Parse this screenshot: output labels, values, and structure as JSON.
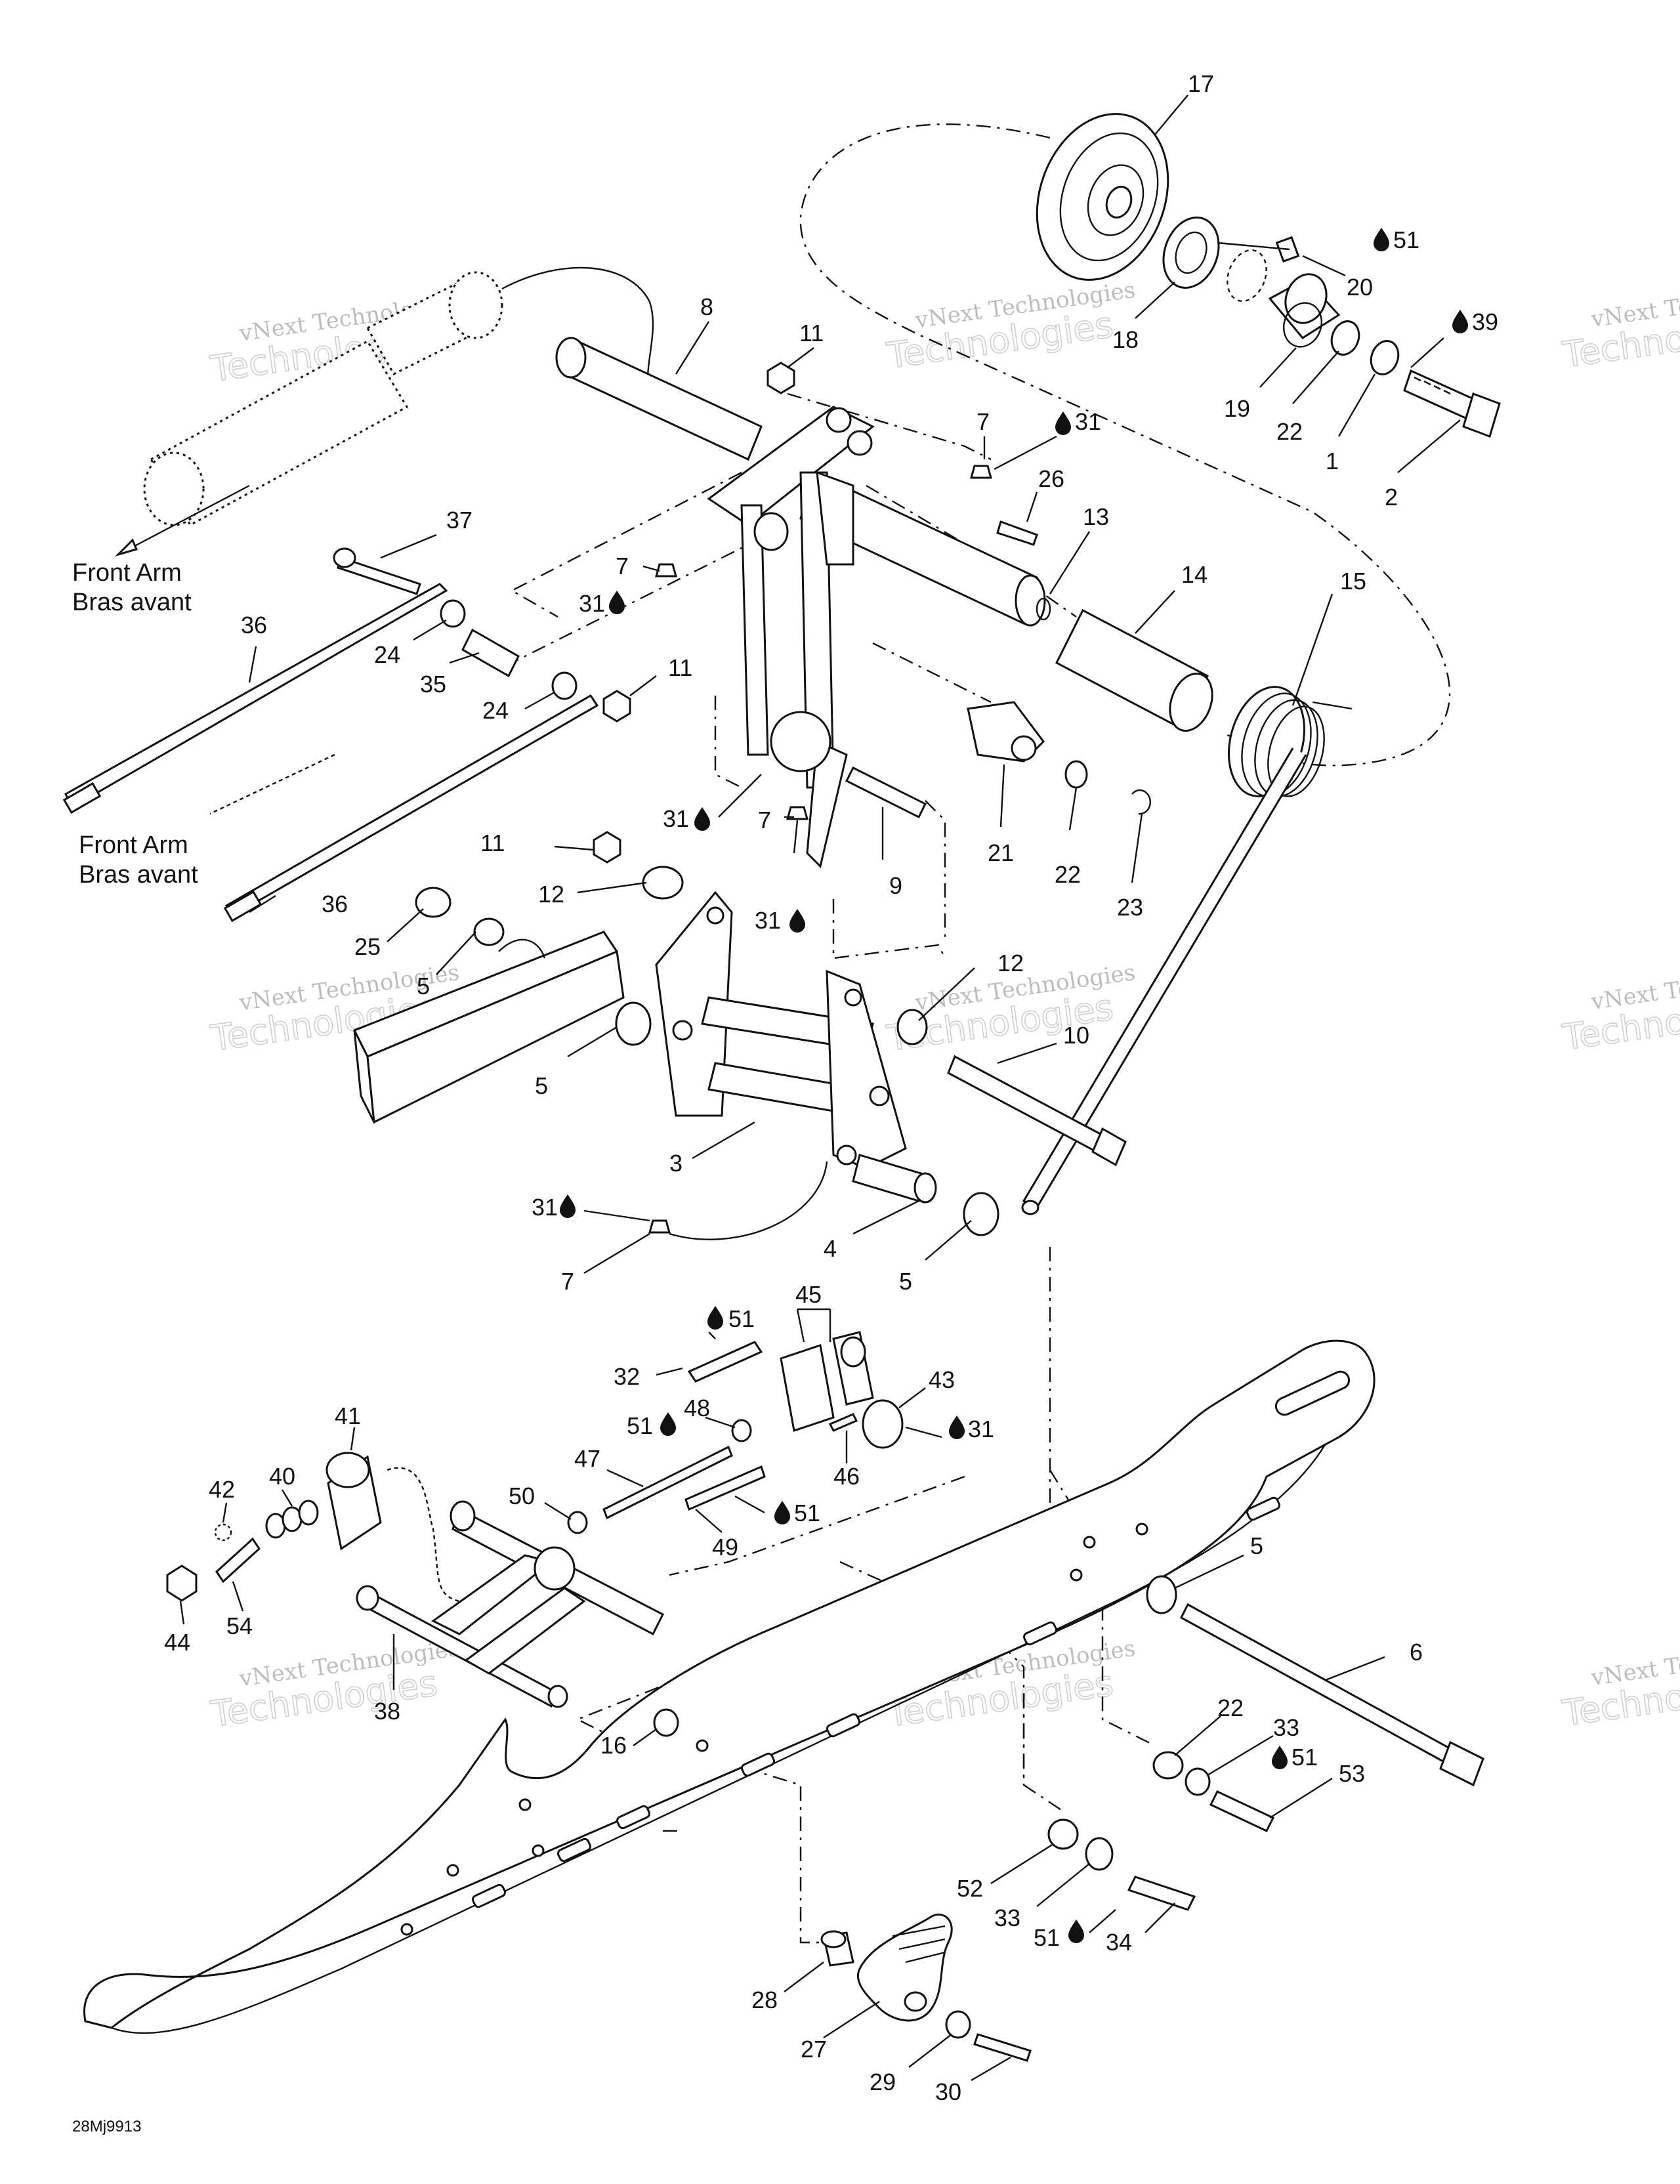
{
  "diagram": {
    "reference_code": "28Mj9913",
    "front_arm_label_en": "Front Arm",
    "front_arm_label_fr": "Bras avant",
    "watermark_line1": "vNext Technologies",
    "watermark_line2": "Technologies",
    "symbol": "drop-icon",
    "callouts": [
      {
        "id": "c17",
        "text": "17"
      },
      {
        "id": "c51a",
        "text": "51"
      },
      {
        "id": "c20",
        "text": "20"
      },
      {
        "id": "c39",
        "text": "39"
      },
      {
        "id": "c18",
        "text": "18"
      },
      {
        "id": "c19",
        "text": "19"
      },
      {
        "id": "c22a",
        "text": "22"
      },
      {
        "id": "c1",
        "text": "1"
      },
      {
        "id": "c2",
        "text": "2"
      },
      {
        "id": "c8",
        "text": "8"
      },
      {
        "id": "c11a",
        "text": "11"
      },
      {
        "id": "c7a",
        "text": "7"
      },
      {
        "id": "c31a",
        "text": "31"
      },
      {
        "id": "c26",
        "text": "26"
      },
      {
        "id": "c13",
        "text": "13"
      },
      {
        "id": "c14",
        "text": "14"
      },
      {
        "id": "c15",
        "text": "15"
      },
      {
        "id": "c37",
        "text": "37"
      },
      {
        "id": "c7b",
        "text": "7"
      },
      {
        "id": "c31b",
        "text": "31"
      },
      {
        "id": "c36a",
        "text": "36"
      },
      {
        "id": "c24a",
        "text": "24"
      },
      {
        "id": "c35",
        "text": "35"
      },
      {
        "id": "c24b",
        "text": "24"
      },
      {
        "id": "c11b",
        "text": "11"
      },
      {
        "id": "c31c",
        "text": "31"
      },
      {
        "id": "c7c",
        "text": "7"
      },
      {
        "id": "c9",
        "text": "9"
      },
      {
        "id": "c21",
        "text": "21"
      },
      {
        "id": "c22b",
        "text": "22"
      },
      {
        "id": "c23",
        "text": "23"
      },
      {
        "id": "c11c",
        "text": "11"
      },
      {
        "id": "c12a",
        "text": "12"
      },
      {
        "id": "c31d",
        "text": "31"
      },
      {
        "id": "c36b",
        "text": "36"
      },
      {
        "id": "c25",
        "text": "25"
      },
      {
        "id": "c5a",
        "text": "5"
      },
      {
        "id": "c12b",
        "text": "12"
      },
      {
        "id": "c10",
        "text": "10"
      },
      {
        "id": "c5b",
        "text": "5"
      },
      {
        "id": "c3",
        "text": "3"
      },
      {
        "id": "c31e",
        "text": "31"
      },
      {
        "id": "c7d",
        "text": "7"
      },
      {
        "id": "c4",
        "text": "4"
      },
      {
        "id": "c5c",
        "text": "5"
      },
      {
        "id": "c51b",
        "text": "51"
      },
      {
        "id": "c45",
        "text": "45"
      },
      {
        "id": "c32",
        "text": "32"
      },
      {
        "id": "c43",
        "text": "43"
      },
      {
        "id": "c48",
        "text": "48"
      },
      {
        "id": "c51c",
        "text": "51"
      },
      {
        "id": "c31f",
        "text": "31"
      },
      {
        "id": "c46",
        "text": "46"
      },
      {
        "id": "c41",
        "text": "41"
      },
      {
        "id": "c47",
        "text": "47"
      },
      {
        "id": "c42",
        "text": "42"
      },
      {
        "id": "c40",
        "text": "40"
      },
      {
        "id": "c50",
        "text": "50"
      },
      {
        "id": "c51d",
        "text": "51"
      },
      {
        "id": "c49",
        "text": "49"
      },
      {
        "id": "c44",
        "text": "44"
      },
      {
        "id": "c54",
        "text": "54"
      },
      {
        "id": "c5d",
        "text": "5"
      },
      {
        "id": "c6",
        "text": "6"
      },
      {
        "id": "c38",
        "text": "38"
      },
      {
        "id": "c16",
        "text": "16"
      },
      {
        "id": "c22c",
        "text": "22"
      },
      {
        "id": "c33a",
        "text": "33"
      },
      {
        "id": "c51e",
        "text": "51"
      },
      {
        "id": "c53",
        "text": "53"
      },
      {
        "id": "c52",
        "text": "52"
      },
      {
        "id": "c33b",
        "text": "33"
      },
      {
        "id": "c51f",
        "text": "51"
      },
      {
        "id": "c34",
        "text": "34"
      },
      {
        "id": "c28",
        "text": "28"
      },
      {
        "id": "c27",
        "text": "27"
      },
      {
        "id": "c29",
        "text": "29"
      },
      {
        "id": "c30",
        "text": "30"
      }
    ]
  }
}
